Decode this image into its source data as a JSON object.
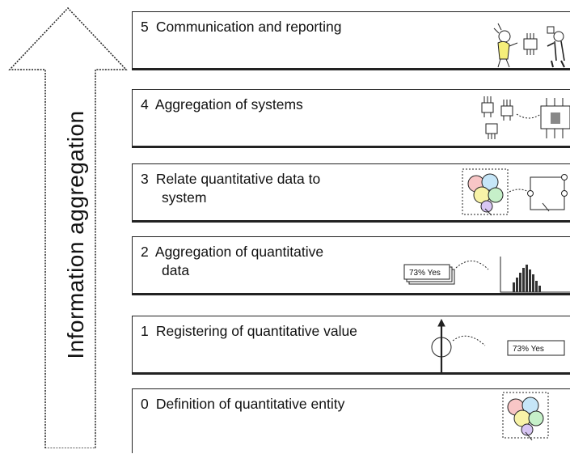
{
  "arrow": {
    "label": "Information aggregation"
  },
  "levels": [
    {
      "number": "5",
      "text": "Communication and reporting",
      "text_line2": "",
      "icon": "people-communicating-icon"
    },
    {
      "number": "4",
      "text": "Aggregation of systems",
      "text_line2": "",
      "icon": "system-aggregation-icon"
    },
    {
      "number": "3",
      "text": "Relate quantitative data to",
      "text_line2": "system",
      "icon": "data-system-link-icon"
    },
    {
      "number": "2",
      "text": "Aggregation of quantitative",
      "text_line2": "data",
      "icon": "histogram-icon",
      "card_label": "73% Yes"
    },
    {
      "number": "1",
      "text": "Registering of quantitative value",
      "text_line2": "",
      "icon": "measurement-icon",
      "card_label": "73% Yes"
    },
    {
      "number": "0",
      "text": "Definition of quantitative entity",
      "text_line2": "",
      "icon": "entity-cluster-icon"
    }
  ]
}
